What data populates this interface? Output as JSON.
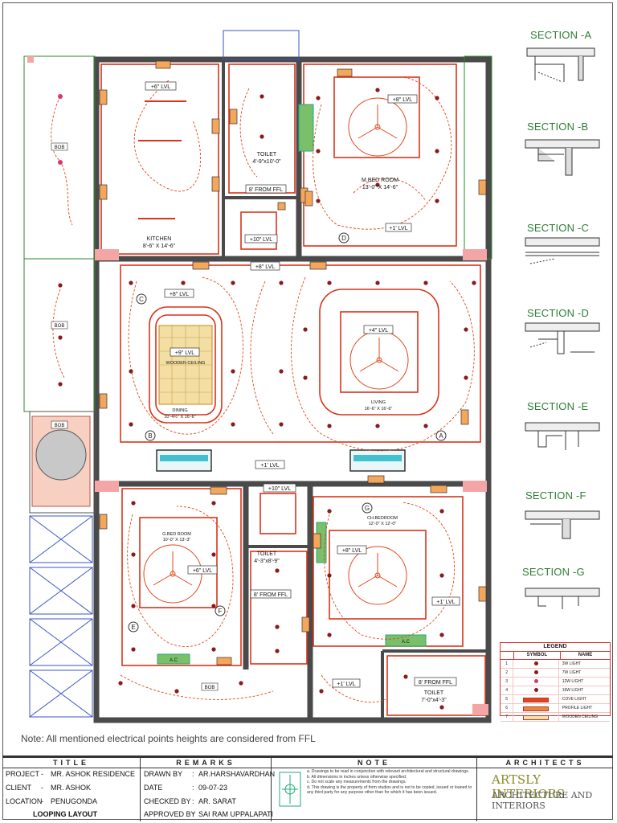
{
  "sections": [
    "SECTION -A",
    "SECTION -B",
    "SECTION -C",
    "SECTION -D",
    "SECTION -E",
    "SECTION -F",
    "SECTION -G"
  ],
  "rooms": {
    "kitchen_name": "KITCHEN",
    "kitchen_size": "8'-6\" X 14'-6\"",
    "toilet1_name": "TOILET",
    "toilet1_size": "4'-9\"x10'-0\"",
    "mbed_name": "M.BED ROOM",
    "mbed_size": "13'-0\" X 14'-6\"",
    "dining_name": "DINING",
    "dining_size": "10'-4½\" X 16'-6\"",
    "wooden_ceiling": "WOODEN CEILING",
    "living_name": "LIVING",
    "living_size": "16'-6\" X 16'-6\"",
    "gbed_name": "G.BED ROOM",
    "gbed_size": "10'-0\" X 13'-3\"",
    "toilet2_name": "TOILET",
    "toilet2_size": "4'-3\"x8'-9\"",
    "chbed_name": "CH.BEDROOM",
    "chbed_size": "12'-0\" X 12'-0\"",
    "toilet3_name": "TOILET",
    "toilet3_size": "7'-0\"x4'-3\""
  },
  "levels": {
    "kitchen": "+6\" LVL",
    "mbed_core": "+8\" LVL",
    "mbed_edge": "+1' LVL",
    "toilet1_ffl": "8' FROM FFL",
    "lobby": "+10\" LVL",
    "hall_top": "+8\" LVL",
    "dining_edge": "+8\" LVL",
    "dining_core": "+9\" LVL",
    "living_core": "+4\" LVL",
    "passage": "+1' LVL",
    "gbed_top": "+10\" LVL",
    "gbed_core": "+6\" LVL",
    "toilet2_ffl": "8' FROM FFL",
    "chbed_core": "+8\" LVL",
    "chbed_edge": "+1' LVL",
    "bottom_passage": "+1' LVL",
    "toilet3_ffl": "8' FROM FFL"
  },
  "markers": [
    "A",
    "B",
    "C",
    "D",
    "E",
    "F",
    "G"
  ],
  "misc_labels": {
    "bob": "BOB",
    "ac": "A.C"
  },
  "note": "Note: All mentioned electrical points heights are considered from FFL",
  "legend": {
    "title": "LEGEND",
    "col_symbol": "SYMBOL",
    "col_name": "NAME",
    "rows": [
      {
        "no": "1",
        "name": "3W LIGHT"
      },
      {
        "no": "2",
        "name": "7W LIGHT"
      },
      {
        "no": "3",
        "name": "12W LIGHT"
      },
      {
        "no": "4",
        "name": "16W LIGHT"
      },
      {
        "no": "5",
        "name": "COVE LIGHT"
      },
      {
        "no": "6",
        "name": "PROFILE LIGHT"
      },
      {
        "no": "7",
        "name": "WOODEN CEILING"
      }
    ]
  },
  "titleblock": {
    "title_hd": "TITLE",
    "remarks_hd": "REMARKS",
    "note_hd": "NOTE",
    "architects_hd": "ARCHITECTS",
    "project_label": "PROJECT",
    "project_value": "MR. ASHOK RESIDENCE",
    "client_label": "CLIENT",
    "client_value": "MR. ASHOK",
    "location_label": "LOCATION",
    "location_value": "PENUGONDA",
    "sheet_name": "LOOPING LAYOUT",
    "drawn_label": "DRAWN BY",
    "drawn_value": "AR.HARSHAVARDHAN",
    "date_label": "DATE",
    "date_value": "09-07-23",
    "checked_label": "CHECKED BY",
    "checked_value": "AR. SARAT",
    "approved_label": "APPROVED BY",
    "approved_value": "SAI RAM UPPALAPATI",
    "notes": [
      "a.  Drawings to be read in conjunction with relevant architectural and structural drawings.",
      "b.  All dimensions in inches unless otherwise specified.",
      "c.  Do not scale any measurements from the drawings.",
      "d.  This drawing is the property of form studios and is not to be copied, issued or loaned to any third party for any purpose other than for which it has been issued."
    ],
    "brand_name": "ARTSLY INTERIORS",
    "brand_tag": "ARCHITECTURE AND INTERIORS"
  },
  "colors": {
    "wall": "#4a4a4a",
    "wire": "#e0471a",
    "accent": "#2e7d32",
    "ceiling": "#d8341a"
  }
}
